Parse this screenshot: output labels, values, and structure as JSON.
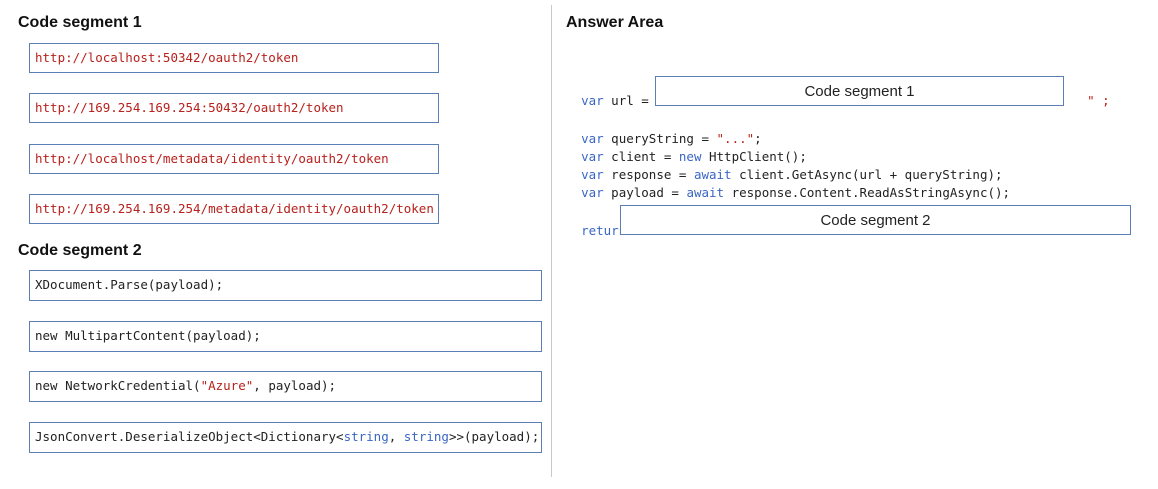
{
  "left": {
    "segment1_heading": "Code segment 1",
    "segment1_items": [
      "http://localhost:50342/oauth2/token",
      "http://169.254.169.254:50432/oauth2/token",
      "http://localhost/metadata/identity/oauth2/token",
      "http://169.254.169.254/metadata/identity/oauth2/token"
    ],
    "segment2_heading": "Code segment 2",
    "segment2_items": {
      "item0": "XDocument.Parse(payload);",
      "item1": "new MultipartContent(payload);",
      "item2_pre": "new NetworkCredential(",
      "item2_str": "\"Azure\"",
      "item2_post": ", payload);",
      "item3_pre": "JsonConvert.DeserializeObject<Dictionary<",
      "item3_kw1": "string",
      "item3_mid": ", ",
      "item3_kw2": "string",
      "item3_post": ">>(payload);"
    }
  },
  "answer": {
    "heading": "Answer Area",
    "url_line": {
      "kw": "var",
      "text": " url = ",
      "open_quote": "\"",
      "close": "\" ;"
    },
    "drop1_label": "Code segment 1",
    "lines": {
      "l1_kw": "var",
      "l1_text": " queryString = ",
      "l1_str": "\"...\"",
      "l1_end": ";",
      "l2_kw": "var",
      "l2_text": " client = ",
      "l2_kw2": "new",
      "l2_end": " HttpClient();",
      "l3_kw": "var",
      "l3_text": " response = ",
      "l3_kw2": "await",
      "l3_end": " client.GetAsync(url + queryString);",
      "l4_kw": "var",
      "l4_text": " payload = ",
      "l4_kw2": "await",
      "l4_end": " response.Content.ReadAsStringAsync();"
    },
    "return_kw": "return",
    "drop2_label": "Code segment 2"
  },
  "colors": {
    "string": "#b8211c",
    "keyword": "#3a66c4",
    "border": "#5b7fb5"
  }
}
